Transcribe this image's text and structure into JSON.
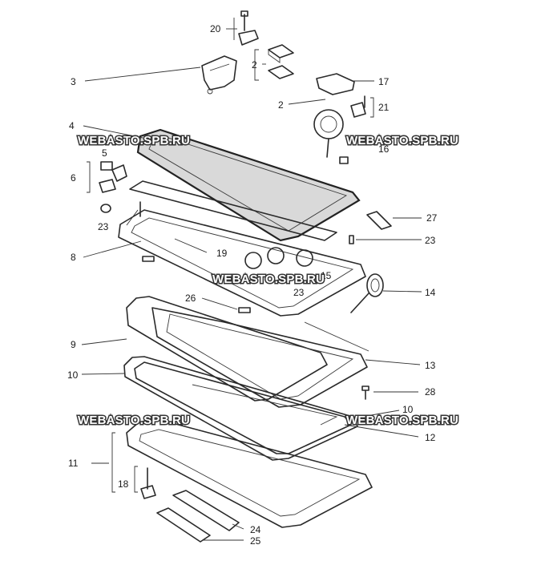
{
  "watermark": "WEBASTO.SPB.RU",
  "labels": {
    "l20": "20",
    "l2a": "2",
    "l3": "3",
    "l17": "17",
    "l2b": "2",
    "l21": "21",
    "l4": "4",
    "l16": "16",
    "l5": "5",
    "l6": "6",
    "l27": "27",
    "l23a": "23",
    "l23b": "23",
    "l8": "8",
    "l19": "19",
    "l15": "15",
    "l23c": "23",
    "l14": "14",
    "l26": "26",
    "l9": "9",
    "l13": "13",
    "l10a": "10",
    "l28": "28",
    "l10b": "10",
    "l12": "12",
    "l11": "11",
    "l18": "18",
    "l24": "24",
    "l25": "25"
  }
}
